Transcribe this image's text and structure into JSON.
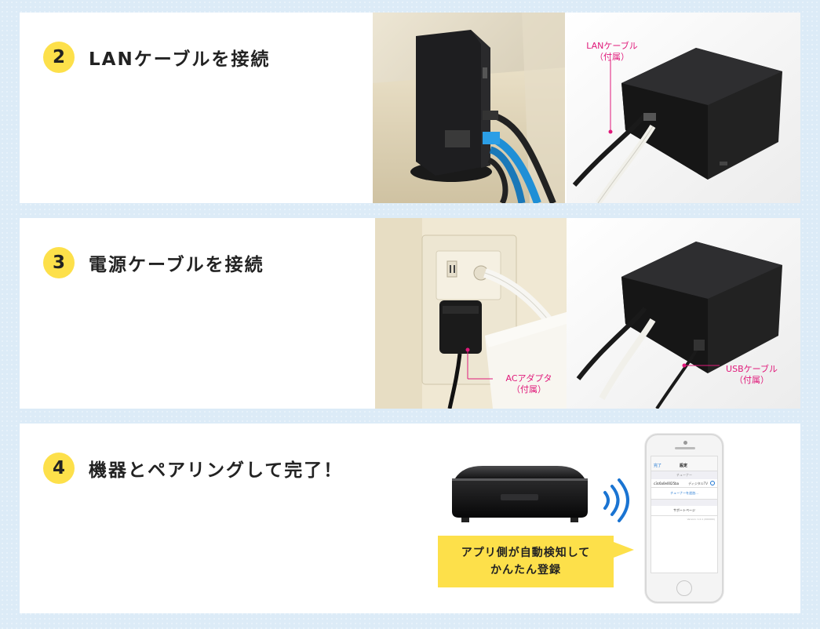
{
  "steps": [
    {
      "number": "2",
      "title": "LANケーブルを接続"
    },
    {
      "number": "3",
      "title": "電源ケーブルを接続"
    },
    {
      "number": "4",
      "title": "機器とペアリングして完了！"
    }
  ],
  "callouts": {
    "lan_cable": {
      "line1": "LANケーブル",
      "line2": "（付属）"
    },
    "ac_adapter": {
      "line1": "ACアダプタ",
      "line2": "（付属）"
    },
    "usb_cable": {
      "line1": "USBケーブル",
      "line2": "（付属）"
    }
  },
  "bubble": {
    "line1": "アプリ側が自動検知して",
    "line2": "かんたん登録"
  },
  "phone": {
    "back": "完了",
    "title": "設定",
    "section": "チューナー",
    "device_id": "c3c6a0e0025ba",
    "device_name": "ディジタルTV",
    "search_button": "チューナーを追加...",
    "support_link": "サポートページ",
    "version": "Version: 1.0.1 (000000)"
  },
  "colors": {
    "badge": "#fde04a",
    "callout": "#e0197a",
    "background": "#dcebf7"
  }
}
